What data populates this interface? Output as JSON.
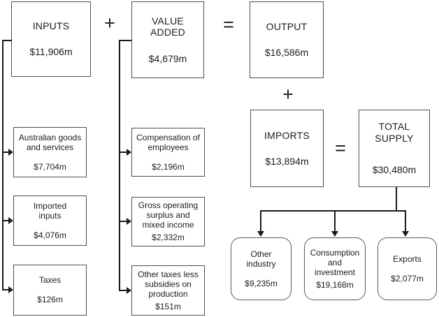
{
  "diagram": {
    "colors": {
      "background": "#ffffff",
      "box_border": "#4e4e4e",
      "line": "#1a1a1a",
      "text": "#1c1c1c"
    },
    "operators": {
      "plus_top": "+",
      "equals_top": "=",
      "plus_right": "+",
      "equals_right": "="
    },
    "boxes": {
      "inputs": {
        "title": "INPUTS",
        "value": "$11,906m"
      },
      "value_added": {
        "title": "VALUE ADDED",
        "value": "$4,679m"
      },
      "output": {
        "title": "OUTPUT",
        "value": "$16,586m"
      },
      "imports": {
        "title": "IMPORTS",
        "value": "$13,894m"
      },
      "total_supply": {
        "title": "TOTAL SUPPLY",
        "value": "$30,480m"
      },
      "australian_goods": {
        "title": "Australian goods and services",
        "value": "$7,704m"
      },
      "imported_inputs": {
        "title": "Imported inputs",
        "value": "$4,076m"
      },
      "taxes": {
        "title": "Taxes",
        "value": "$126m"
      },
      "compensation": {
        "title": "Compensation of employees",
        "value": "$2,196m"
      },
      "gross_operating": {
        "title": "Gross operating surplus and mixed income",
        "value": "$2,332m"
      },
      "other_taxes": {
        "title": "Other taxes less subsidies on production",
        "value": "$151m"
      },
      "other_industry": {
        "title": "Other industry",
        "value": "$9,235m"
      },
      "consumption_investment": {
        "title": "Consumption and investment",
        "value": "$19,168m"
      },
      "exports": {
        "title": "Exports",
        "value": "$2,077m"
      }
    }
  }
}
